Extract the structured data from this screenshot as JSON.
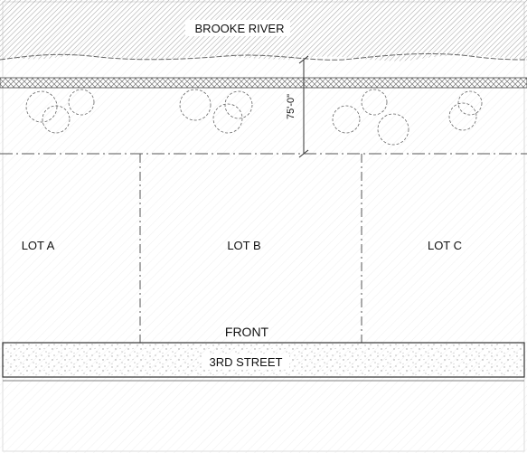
{
  "river": {
    "label": "BROOKE RIVER"
  },
  "setback": {
    "dimension": "75'-0\""
  },
  "lots": [
    {
      "label": "LOT A"
    },
    {
      "label": "LOT B"
    },
    {
      "label": "LOT C"
    }
  ],
  "frontage": {
    "label": "FRONT"
  },
  "street": {
    "label": "3RD STREET"
  },
  "colors": {
    "line": "#333333",
    "dash": "#555555",
    "hatch": "#9a9a9a",
    "texture": "#b8b8b8",
    "tree": "#666666"
  }
}
